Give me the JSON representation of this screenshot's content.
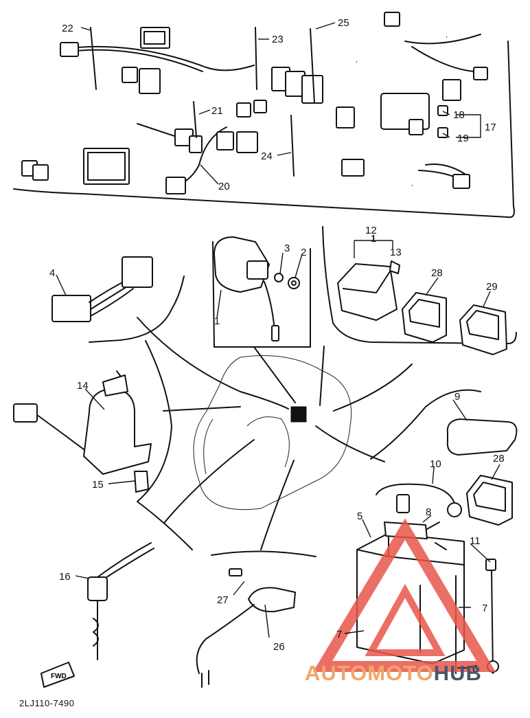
{
  "diagram": {
    "drawing_code": "2LJ110-7490",
    "direction_marker": "FWD",
    "callouts": [
      {
        "id": "c22",
        "label": "22"
      },
      {
        "id": "c23",
        "label": "23"
      },
      {
        "id": "c25",
        "label": "25"
      },
      {
        "id": "c21",
        "label": "21"
      },
      {
        "id": "c18",
        "label": "18"
      },
      {
        "id": "c17",
        "label": "17"
      },
      {
        "id": "c19",
        "label": "19"
      },
      {
        "id": "c24",
        "label": "24"
      },
      {
        "id": "c20",
        "label": "20"
      },
      {
        "id": "c12",
        "label": "12"
      },
      {
        "id": "c1a",
        "label": "1"
      },
      {
        "id": "c13",
        "label": "13"
      },
      {
        "id": "c3",
        "label": "3"
      },
      {
        "id": "c2",
        "label": "2"
      },
      {
        "id": "c4",
        "label": "4"
      },
      {
        "id": "c28a",
        "label": "28"
      },
      {
        "id": "c29",
        "label": "29"
      },
      {
        "id": "c1b",
        "label": "1"
      },
      {
        "id": "c14",
        "label": "14"
      },
      {
        "id": "c9",
        "label": "9"
      },
      {
        "id": "c15",
        "label": "15"
      },
      {
        "id": "c10",
        "label": "10"
      },
      {
        "id": "c28b",
        "label": "28"
      },
      {
        "id": "c5",
        "label": "5"
      },
      {
        "id": "c8",
        "label": "8"
      },
      {
        "id": "c11",
        "label": "11"
      },
      {
        "id": "c16",
        "label": "16"
      },
      {
        "id": "c27",
        "label": "27"
      },
      {
        "id": "c7a",
        "label": "7"
      },
      {
        "id": "c7b",
        "label": "7"
      },
      {
        "id": "c26",
        "label": "26"
      },
      {
        "id": "c6",
        "label": "6"
      }
    ]
  },
  "watermark": {
    "part1": "AUTOMOTO",
    "part2": "HUB",
    "accent_color": "#f0a66b",
    "secondary_color": "#4a5668",
    "logo_color": "#e8564a"
  }
}
